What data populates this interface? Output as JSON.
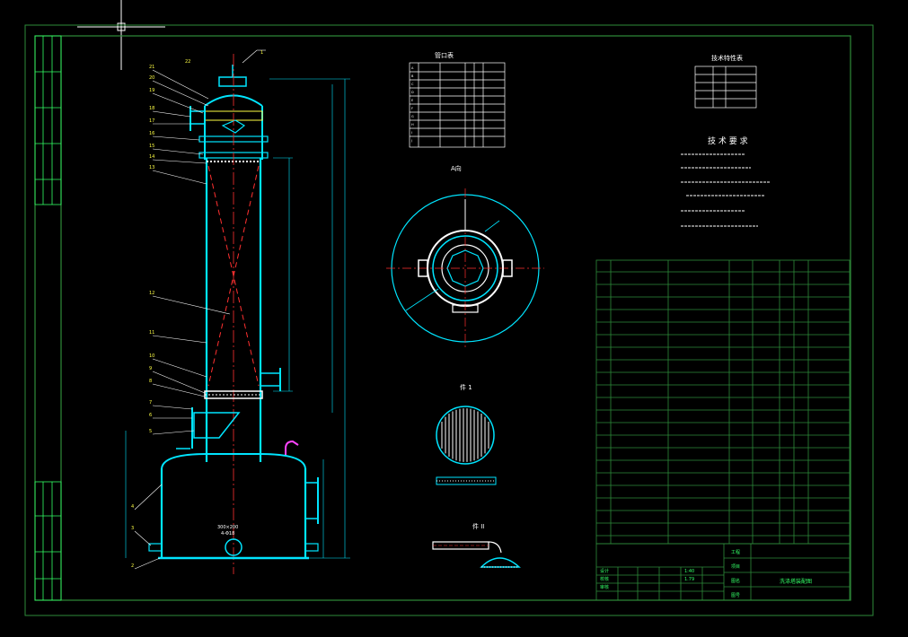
{
  "colors": {
    "background": "#000000",
    "frame": "#2e8b3a",
    "cyan": "#00e5ff",
    "red": "#ff3030",
    "green": "#33ff66",
    "white": "#ffffff",
    "yellow": "#ffff44",
    "magenta": "#ff44ff"
  },
  "drawing": {
    "view_labels": {
      "top_view": "A向",
      "detail_1": "件 1",
      "detail_2": "件 II"
    },
    "tables": {
      "nozzle_table_title": "管口表",
      "spec_table_title": "技术特性表",
      "tech_req_title": "技 术 要 求"
    },
    "bottom_annotation_1": "300×200",
    "bottom_annotation_2": "4-Φ18"
  },
  "title_block": {
    "drawing_name": "洗涤塔装配图",
    "scale": "1:40",
    "sheet": "1.79",
    "row_labels": [
      "设计",
      "校核",
      "审核"
    ],
    "right_labels": [
      "工程",
      "项目",
      "图名",
      "图号"
    ]
  }
}
